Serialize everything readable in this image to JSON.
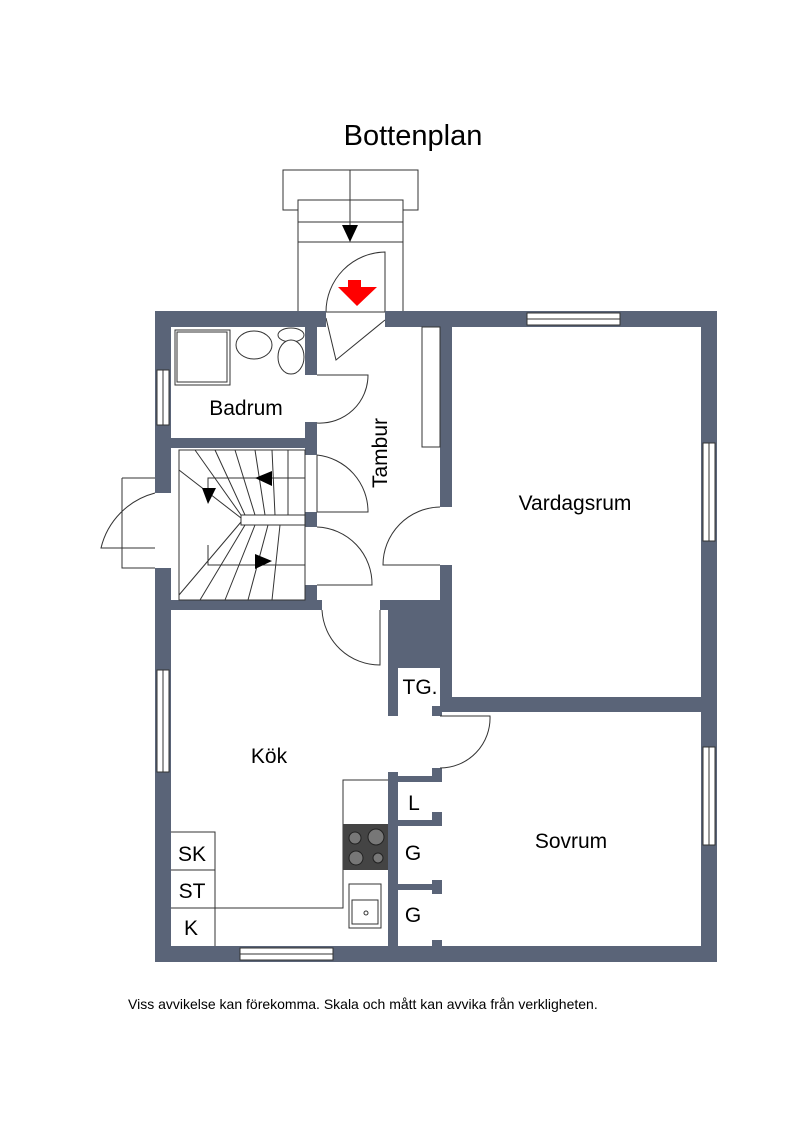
{
  "title": "Bottenplan",
  "disclaimer": "Viss avvikelse kan förekomma. Skala och mått kan avvika från verkligheten.",
  "rooms": {
    "badrum": "Badrum",
    "tambur": "Tambur",
    "vardagsrum": "Vardagsrum",
    "kok": "Kök",
    "sovrum": "Sovrum",
    "tg": "TG.",
    "l": "L",
    "g1": "G",
    "g2": "G",
    "sk": "SK",
    "st": "ST",
    "k": "K"
  },
  "colors": {
    "wall": "#5a6478",
    "entry_arrow": "#ff0000"
  }
}
